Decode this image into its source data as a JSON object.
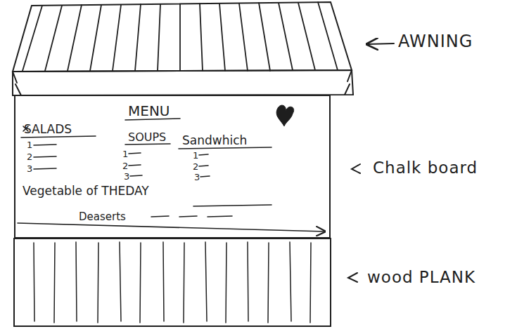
{
  "diagram": {
    "nodes": [
      {
        "text": [
          "MENU",
          "SALADS",
          "SOUPS",
          "Sandwhich",
          "1",
          "2",
          "3",
          "1",
          "2",
          "3",
          "1",
          "2",
          "3",
          "Vegetable of THEDAY",
          "Deaserts"
        ]
      }
    ],
    "labels": [
      "AWNING",
      "Chalk board",
      "wood PLANK"
    ]
  }
}
